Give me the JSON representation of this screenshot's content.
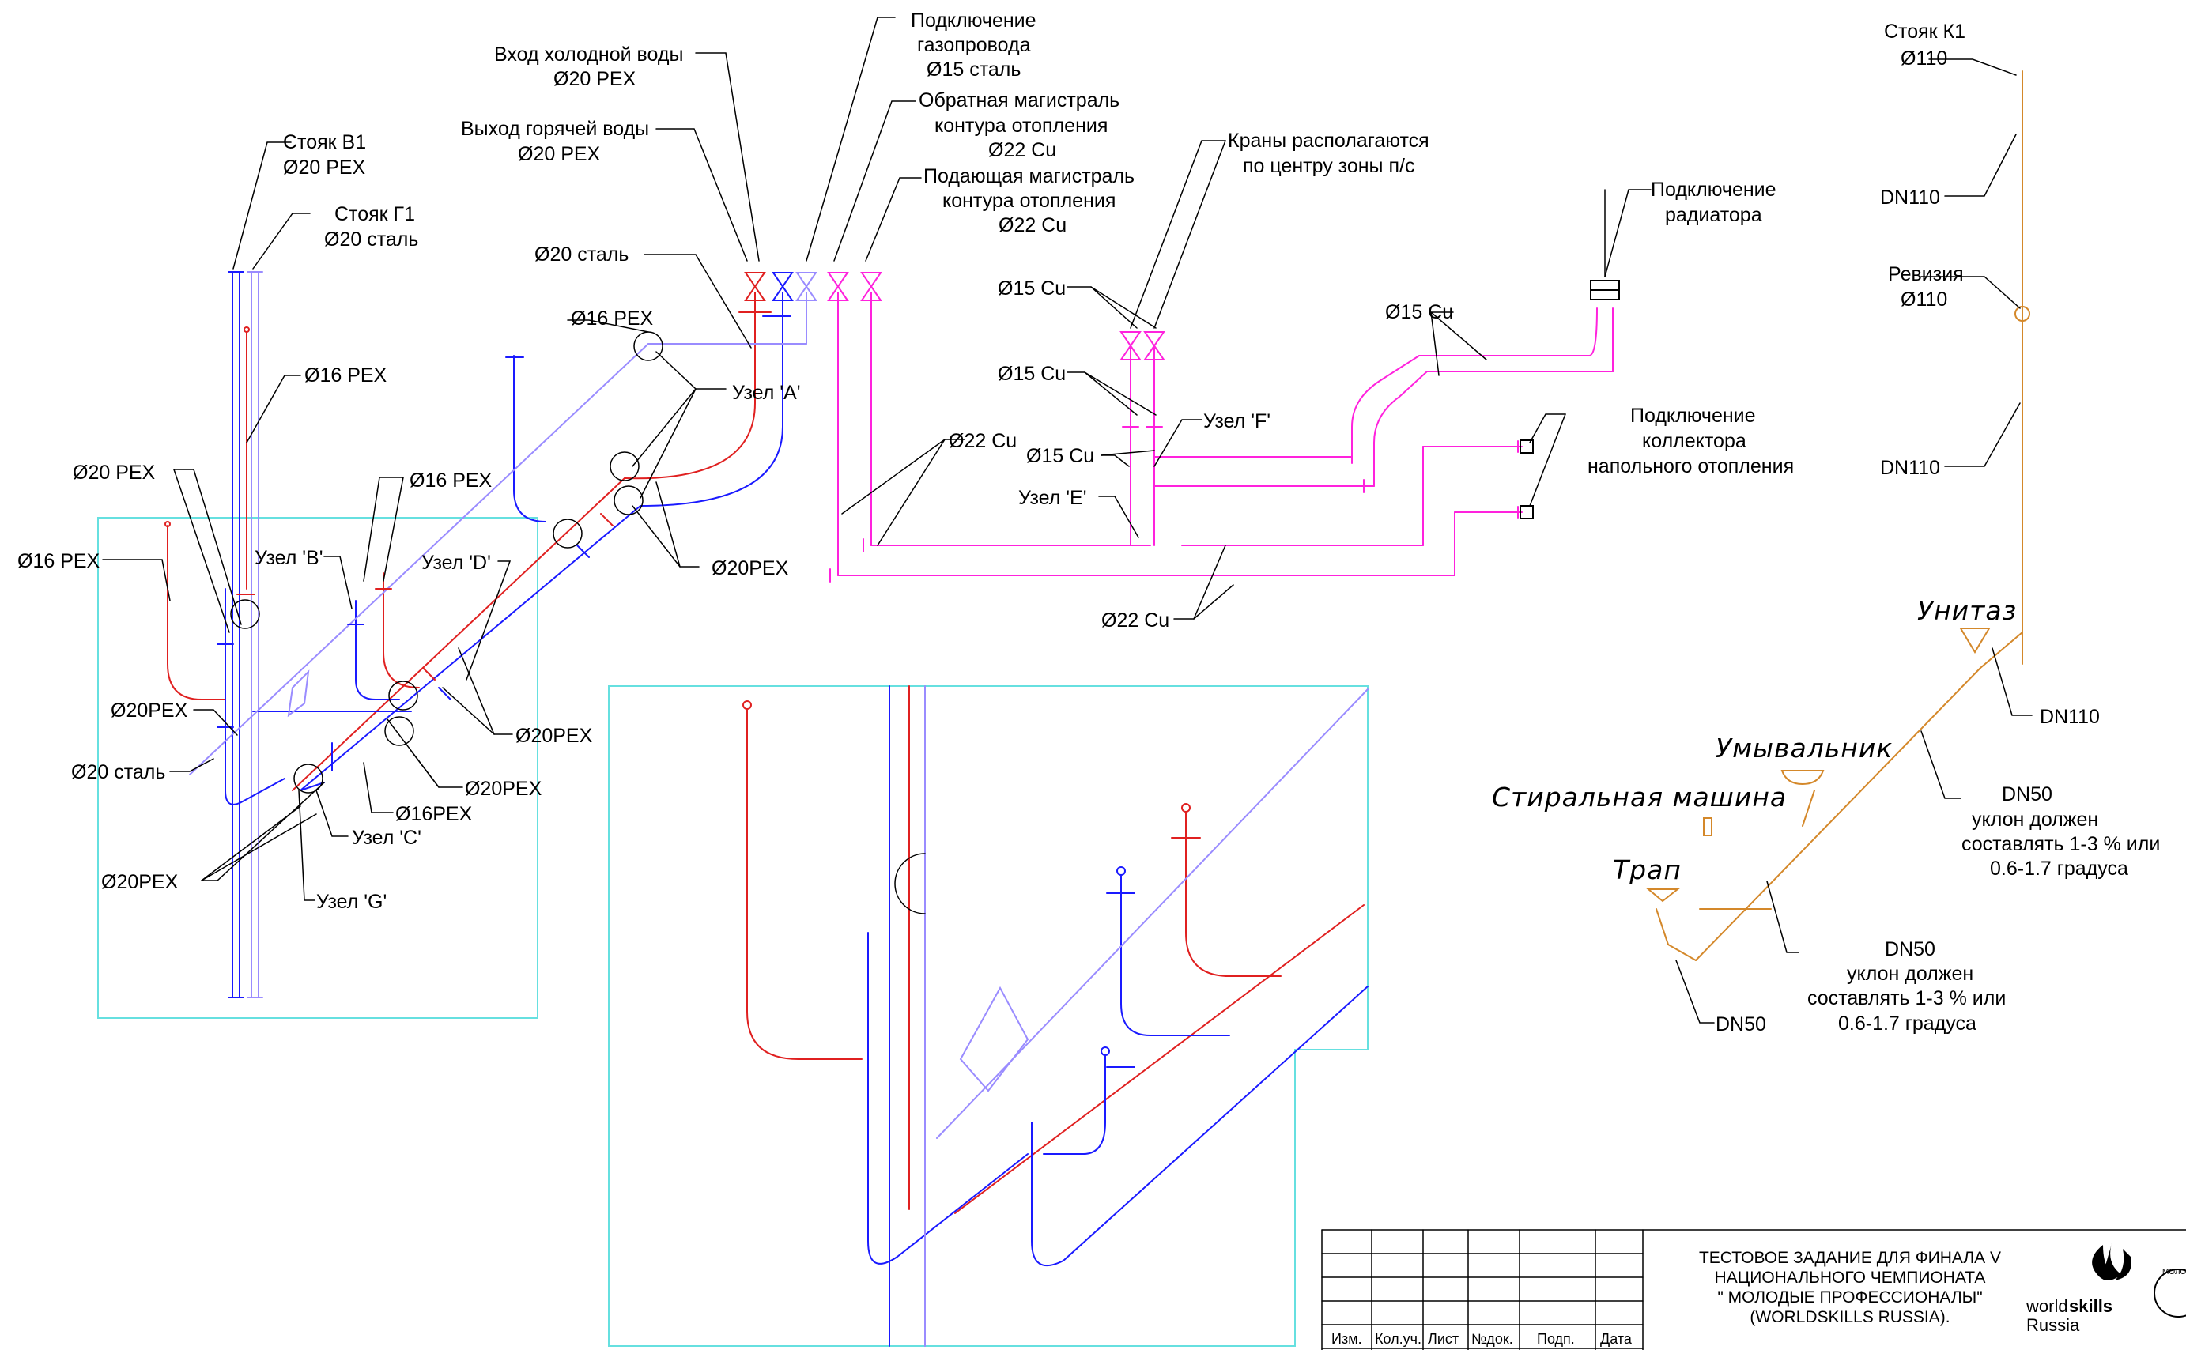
{
  "colors": {
    "cold_water": "#1a1aff",
    "hot_water": "#e02020",
    "heating": "#ff22dd",
    "sewer": "#d4882a",
    "gas": "#9a8cff",
    "frame": "#66e0e0",
    "leader": "#000000"
  },
  "labels": {
    "riser_v1": "Стояк В1",
    "riser_v1_spec": "Ø20 PEX",
    "riser_g1": "Стояк Г1",
    "riser_g1_spec": "Ø20 сталь",
    "cold_in": "Вход холодной воды",
    "cold_in_spec": "Ø20 PEX",
    "hot_out": "Выход горячей воды",
    "hot_out_spec": "Ø20 PEX",
    "gas_1": "Подключение",
    "gas_2": "газопровода",
    "gas_3": "Ø15 сталь",
    "return_1": "Обратная магистраль",
    "return_2": "контура отопления",
    "return_3": "Ø22 Cu",
    "supply_1": "Подающая магистраль",
    "supply_2": "контура отопления",
    "supply_3": "Ø22 Cu",
    "valves_1": "Краны располагаются",
    "valves_2": "по центру зоны п/с",
    "radiator_1": "Подключение",
    "radiator_2": "радиатора",
    "collector_1": "Подключение",
    "collector_2": "коллектора",
    "collector_3": "напольного отопления",
    "pex16_a": "Ø16 PEX",
    "steel20": "Ø20 сталь",
    "pex16_b": "Ø16 PEX",
    "pex20_left": "Ø20 PEX",
    "pex16_c": "Ø16 PEX",
    "pex16_left": "Ø16 PEX",
    "node_b": "Узел 'B'",
    "node_d": "Узел 'D'",
    "node_a": "Узел 'A'",
    "pex20_a": "Ø20PEX",
    "pex20_b": "Ø20PEX",
    "pex20_c": "Ø20PEX",
    "pex20_d": "Ø20PEX",
    "steel20_b": "Ø20 сталь",
    "pex16_d": "Ø16PEX",
    "node_c": "Узел 'C'",
    "pex20_e": "Ø20PEX",
    "node_g": "Узел 'G'",
    "cu15_a": "Ø15 Cu",
    "cu15_b": "Ø15 Cu",
    "cu15_c": "Ø15 Cu",
    "cu15_d": "Ø15 Cu",
    "node_f": "Узел 'F'",
    "node_e": "Узел 'E'",
    "cu22_a": "Ø22 Cu",
    "cu22_b": "Ø22 Cu",
    "riser_k1": "Стояк К1",
    "riser_k1_spec": "Ø110",
    "dn110_a": "DN110",
    "revision": "Ревизия",
    "revision_spec": "Ø110",
    "dn110_b": "DN110",
    "dn110_c": "DN110",
    "toilet": "Унитаз",
    "sink": "Умывальник",
    "washer": "Стиральная машина",
    "drain": "Трап",
    "dn50_a": "DN50",
    "dn50_a_2": "уклон должен",
    "dn50_a_3": "составлять 1-3 % или",
    "dn50_a_4": "0.6-1.7 градуса",
    "dn50_b": "DN50",
    "dn50_b_2": "уклон должен",
    "dn50_b_3": "составлять 1-3 % или",
    "dn50_b_4": "0.6-1.7 градуса",
    "dn50_c": "DN50"
  },
  "title_block": {
    "columns": [
      "Изм.",
      "Кол.уч.",
      "Лист",
      "№док.",
      "Подп.",
      "Дата"
    ],
    "title_lines": [
      "ТЕСТОВОЕ ЗАДАНИЕ ДЛЯ ФИНАЛА V",
      "НАЦИОНАЛЬНОГО ЧЕМПИОНАТА",
      "\" МОЛОДЫЕ ПРОФЕССИОНАЛЫ\"",
      "(WORLDSKILLS RUSSIA)."
    ],
    "logo_line1_a": "world",
    "logo_line1_b": "skills",
    "logo_line2": "Russia",
    "seal_text": "МОЛОДЫЕ ПРОФЕССИОНАЛЫ"
  }
}
